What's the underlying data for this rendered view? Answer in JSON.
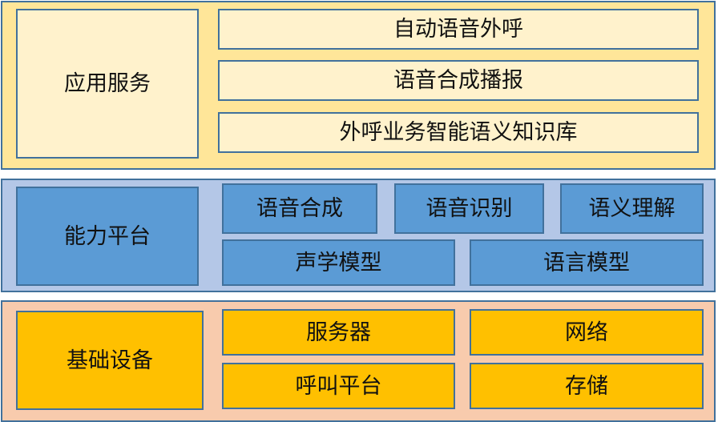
{
  "layers": {
    "app": {
      "label": "应用服务",
      "items": [
        "自动语音外呼",
        "语音合成播报",
        "外呼业务智能语义知识库"
      ]
    },
    "capability": {
      "label": "能力平台",
      "items": [
        "语音合成",
        "语音识别",
        "语义理解",
        "声学模型",
        "语言模型"
      ]
    },
    "infrastructure": {
      "label": "基础设备",
      "items": [
        "服务器",
        "网络",
        "呼叫平台",
        "存储"
      ]
    }
  },
  "colors": {
    "border": "#41719c",
    "app_layer_bg": "#ffe699",
    "app_box_bg": "#fff2cc",
    "capability_layer_bg": "#b4c7e7",
    "capability_box_bg": "#5b9bd5",
    "infrastructure_layer_bg": "#f8cbad",
    "infrastructure_box_bg": "#ffc000"
  }
}
